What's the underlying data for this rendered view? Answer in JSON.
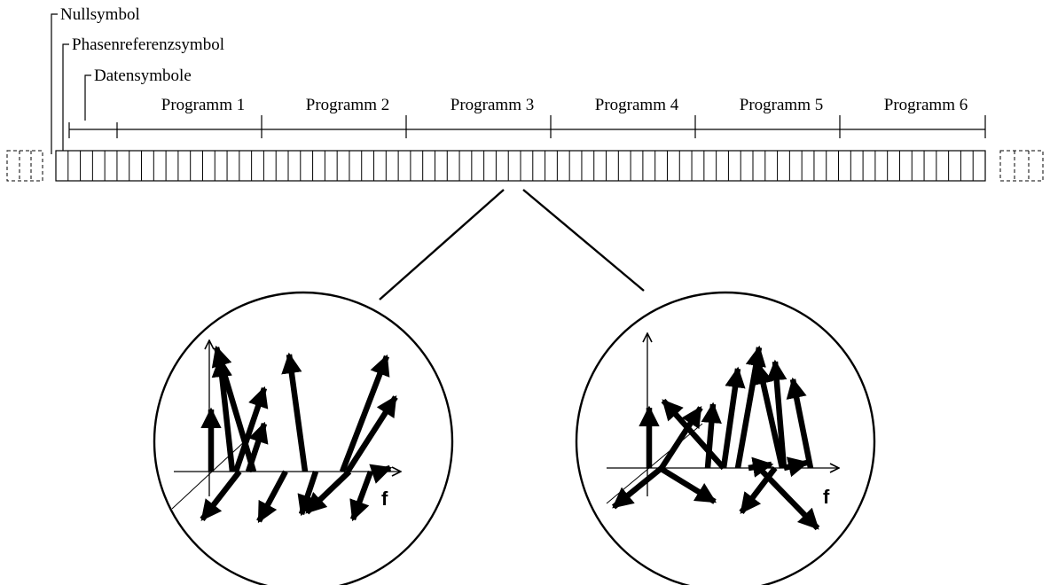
{
  "labels": {
    "null_symbol": "Nullsymbol",
    "phase_reference_symbol": "Phasenreferenzsymbol",
    "data_symbols": "Datensymbole",
    "programs": [
      "Programm 1",
      "Programm 2",
      "Programm 3",
      "Programm 4",
      "Programm 5",
      "Programm 6"
    ]
  },
  "zoom_left": {
    "axis_label": "f"
  },
  "zoom_right": {
    "axis_label": "f"
  },
  "colors": {
    "ink": "#000000",
    "background": "#ffffff"
  },
  "icons": [
    "arrow-icon",
    "axis-arrow-icon"
  ]
}
